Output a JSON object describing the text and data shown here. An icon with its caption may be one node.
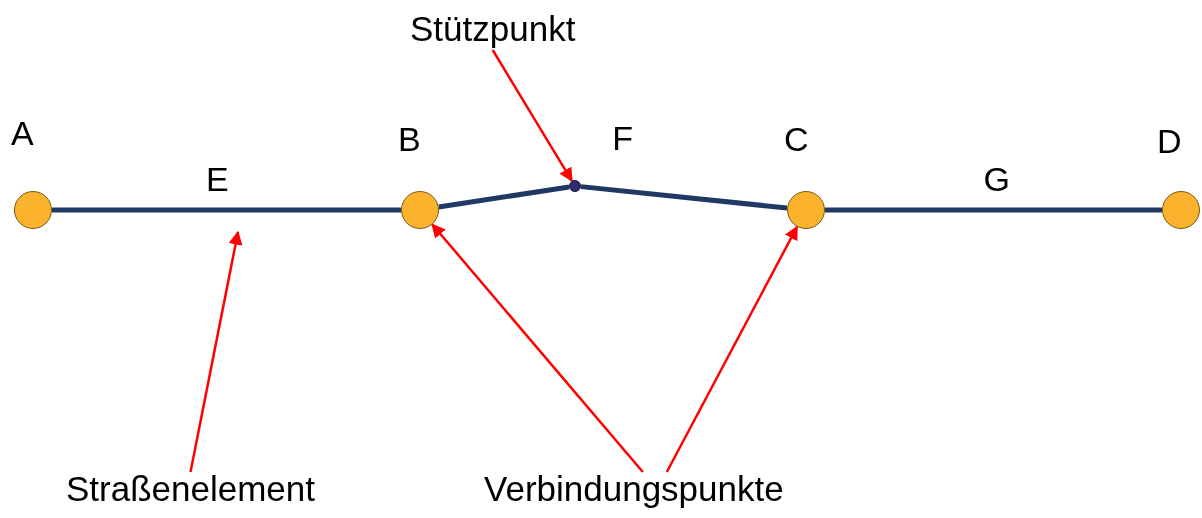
{
  "diagram": {
    "nodes": [
      {
        "text": [
          "A"
        ]
      },
      {
        "text": [
          "B"
        ]
      },
      {
        "text": [],
        "shape": "circle"
      },
      {
        "text": [
          "C"
        ]
      },
      {
        "text": [
          "D"
        ]
      },
      {
        "text": [
          "Stützpunkt"
        ]
      },
      {
        "text": [
          "Straßenelement"
        ]
      },
      {
        "text": [
          "Verbindungspunkte"
        ]
      }
    ],
    "edges": [
      {
        "from": 0,
        "to": 1,
        "arrow": "none",
        "label": "E",
        "style": "thick"
      },
      {
        "from": 1,
        "to": 2,
        "arrow": "none",
        "style": "thick"
      },
      {
        "from": 2,
        "to": 3,
        "arrow": "none",
        "label": "F",
        "style": "thick"
      },
      {
        "from": 3,
        "to": 4,
        "arrow": "none",
        "label": "G",
        "style": "thick"
      },
      {
        "from": 5,
        "to": 2,
        "arrow": "to",
        "color": "#ff0000"
      },
      {
        "from": 6,
        "to": null,
        "arrow": "to",
        "color": "#ff0000"
      },
      {
        "from": 7,
        "to": 1,
        "arrow": "to",
        "color": "#ff0000"
      },
      {
        "from": 7,
        "to": 3,
        "arrow": "to",
        "color": "#ff0000"
      }
    ]
  }
}
